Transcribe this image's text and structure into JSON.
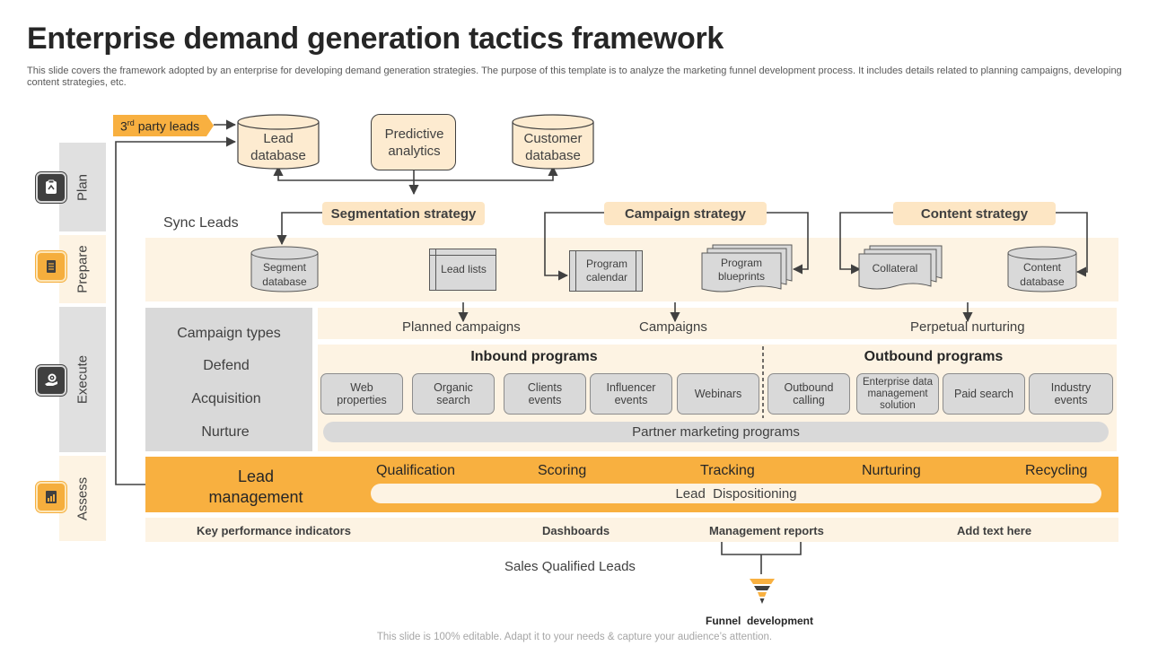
{
  "header": {
    "title": "Enterprise demand generation tactics framework",
    "description": "This slide covers the framework adopted by an enterprise for developing demand generation strategies. The purpose of this template is to analyze the marketing funnel development process. It includes details related to planning campaigns, developing content strategies, etc."
  },
  "phases": {
    "plan": "Plan",
    "prepare": "Prepare",
    "execute": "Execute",
    "assess": "Assess"
  },
  "plan": {
    "third_party_main": "3",
    "third_party_sup": "rd",
    "third_party_rest": " party leads",
    "lead_database_1": "Lead",
    "lead_database_2": "database",
    "predictive_1": "Predictive",
    "predictive_2": "analytics",
    "customer_db_1": "Customer",
    "customer_db_2": "database"
  },
  "strategies": {
    "segmentation": "Segmentation strategy",
    "campaign": "Campaign strategy",
    "content": "Content strategy"
  },
  "sync_leads": "Sync Leads",
  "prepare": {
    "segment_db_1": "Segment",
    "segment_db_2": "database",
    "lead_lists": "Lead lists",
    "program_calendar_1": "Program",
    "program_calendar_2": "calendar",
    "program_blueprints_1": "Program",
    "program_blueprints_2": "blueprints",
    "collateral": "Collateral",
    "content_db_1": "Content",
    "content_db_2": "database"
  },
  "execute": {
    "campaign_types": [
      "Campaign types",
      "Defend",
      "Acquisition",
      "Nurture"
    ],
    "planned_campaigns": "Planned campaigns",
    "campaigns": "Campaigns",
    "perpetual_nurturing": "Perpetual nurturing",
    "inbound_title": "Inbound programs",
    "outbound_title": "Outbound programs",
    "inbound": [
      [
        "Web",
        "properties"
      ],
      [
        "Organic search",
        ""
      ],
      [
        "Clients",
        "events"
      ],
      [
        "Influencer",
        "events"
      ],
      [
        "Webinars",
        ""
      ]
    ],
    "outbound": [
      [
        "Outbound",
        "calling",
        ""
      ],
      [
        "Enterprise data",
        "management",
        "solution"
      ],
      [
        "Paid search",
        "",
        ""
      ],
      [
        "Industry",
        "events",
        ""
      ]
    ],
    "partner": "Partner marketing programs"
  },
  "assess": {
    "lead_management_1": "Lead",
    "lead_management_2": "management",
    "stages": [
      "Qualification",
      "Scoring",
      "Tracking",
      "Nurturing",
      "Recycling"
    ],
    "lead_dispositioning": "Lead  Dispositioning",
    "kpis": [
      "Key performance indicators",
      "Dashboards",
      "Management reports",
      "Add text here"
    ],
    "sales_qualified": "Sales Qualified Leads",
    "funnel_label": "Funnel  development"
  },
  "footer": "This slide is 100% editable. Adapt it to your needs & capture your audience’s attention.",
  "colors": {
    "accent_orange": "#f8b040",
    "peach": "#fdf3e3",
    "grey": "#d9d9d9",
    "dark": "#404040"
  },
  "icons": {
    "plan": "clipboard-icon",
    "prepare": "document-list-icon",
    "execute": "hand-gear-icon",
    "assess": "report-icon",
    "funnel": "funnel-icon"
  }
}
